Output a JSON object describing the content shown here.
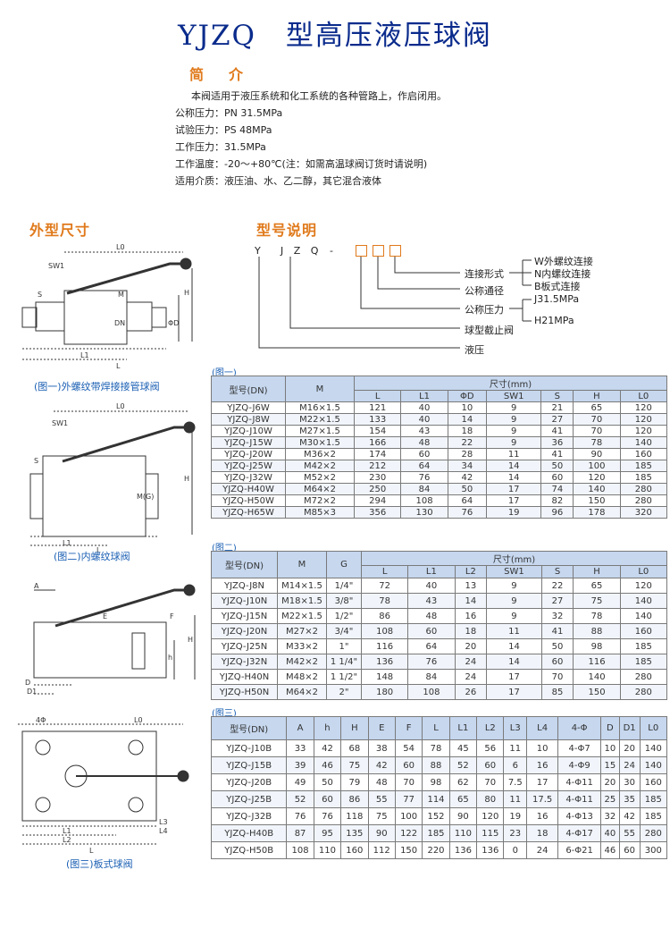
{
  "title": "YJZQ　型高压液压球阀",
  "intro": {
    "heading": "简　介",
    "lines": [
      {
        "k": "",
        "v": "本阀适用于液压系统和化工系统的各种管路上，作启闭用。"
      },
      {
        "k": "公称压力：",
        "v": "PN 31.5MPa"
      },
      {
        "k": "试验压力：",
        "v": "PS 48MPa"
      },
      {
        "k": "工作压力：",
        "v": "31.5MPa"
      },
      {
        "k": "工作温度：",
        "v": "-20～+80℃(注：如需高温球阀订货时请说明)"
      },
      {
        "k": "适用介质：",
        "v": "液压油、水、乙二醇，其它混合液体"
      }
    ]
  },
  "dims_heading": "外型尺寸",
  "model_heading": "型号说明",
  "model_code": {
    "letters": [
      "Y",
      "J Z Q",
      "-"
    ],
    "labels": [
      "连接形式",
      "公称通径",
      "公称压力",
      "球型截止阀",
      "液压"
    ],
    "conn_opts": [
      "W外螺纹连接",
      "N内螺纹连接",
      "B板式连接"
    ],
    "press_opts": [
      "J31.5MPa",
      "H21MPa"
    ]
  },
  "figures": {
    "fig1_caption": "(图一)外螺纹带焊接接管球阀",
    "fig2_caption": "(图二)内螺纹球阀",
    "fig3_caption": "(图三)板式球阀",
    "fig1_labels": [
      "L0",
      "SW1",
      "S",
      "M",
      "L1",
      "L",
      "H",
      "DN",
      "ΦD"
    ],
    "fig2_labels": [
      "L0",
      "SW1",
      "S",
      "H",
      "M(G)",
      "L1",
      "L"
    ],
    "fig3_labels": [
      "A",
      "E",
      "F",
      "h",
      "H",
      "D",
      "D1"
    ],
    "fig4_labels": [
      "4Φ",
      "L0",
      "L1",
      "L2",
      "L3",
      "L4",
      "L"
    ]
  },
  "table1": {
    "label": "(图一)",
    "head_top": [
      "型号(DN)",
      "M",
      "尺寸(mm)"
    ],
    "head_sub": [
      "L",
      "L1",
      "ΦD",
      "SW1",
      "S",
      "H",
      "L0"
    ],
    "rows": [
      [
        "YJZQ-J6W",
        "M16×1.5",
        "121",
        "40",
        "10",
        "9",
        "21",
        "65",
        "120"
      ],
      [
        "YJZQ-J8W",
        "M22×1.5",
        "133",
        "40",
        "14",
        "9",
        "27",
        "70",
        "120"
      ],
      [
        "YJZQ-J10W",
        "M27×1.5",
        "154",
        "43",
        "18",
        "9",
        "41",
        "70",
        "120"
      ],
      [
        "YJZQ-J15W",
        "M30×1.5",
        "166",
        "48",
        "22",
        "9",
        "36",
        "78",
        "140"
      ],
      [
        "YJZQ-J20W",
        "M36×2",
        "174",
        "60",
        "28",
        "11",
        "41",
        "90",
        "160"
      ],
      [
        "YJZQ-J25W",
        "M42×2",
        "212",
        "64",
        "34",
        "14",
        "50",
        "100",
        "185"
      ],
      [
        "YJZQ-J32W",
        "M52×2",
        "230",
        "76",
        "42",
        "14",
        "60",
        "120",
        "185"
      ],
      [
        "YJZQ-H40W",
        "M64×2",
        "250",
        "84",
        "50",
        "17",
        "74",
        "140",
        "280"
      ],
      [
        "YJZQ-H50W",
        "M72×2",
        "294",
        "108",
        "64",
        "17",
        "82",
        "150",
        "280"
      ],
      [
        "YJZQ-H65W",
        "M85×3",
        "356",
        "130",
        "76",
        "19",
        "96",
        "178",
        "320"
      ]
    ]
  },
  "table2": {
    "label": "(图二)",
    "head_top": [
      "型号(DN)",
      "M",
      "G",
      "尺寸(mm)"
    ],
    "head_sub": [
      "L",
      "L1",
      "L2",
      "SW1",
      "S",
      "H",
      "L0"
    ],
    "rows": [
      [
        "YJZQ-J8N",
        "M14×1.5",
        "1/4\"",
        "72",
        "40",
        "13",
        "9",
        "22",
        "65",
        "120"
      ],
      [
        "YJZQ-J10N",
        "M18×1.5",
        "3/8\"",
        "78",
        "43",
        "14",
        "9",
        "27",
        "75",
        "140"
      ],
      [
        "YJZQ-J15N",
        "M22×1.5",
        "1/2\"",
        "86",
        "48",
        "16",
        "9",
        "32",
        "78",
        "140"
      ],
      [
        "YJZQ-J20N",
        "M27×2",
        "3/4\"",
        "108",
        "60",
        "18",
        "11",
        "41",
        "88",
        "160"
      ],
      [
        "YJZQ-J25N",
        "M33×2",
        "1\"",
        "116",
        "64",
        "20",
        "14",
        "50",
        "98",
        "185"
      ],
      [
        "YJZQ-J32N",
        "M42×2",
        "1 1/4\"",
        "136",
        "76",
        "24",
        "14",
        "60",
        "116",
        "185"
      ],
      [
        "YJZQ-H40N",
        "M48×2",
        "1 1/2\"",
        "148",
        "84",
        "24",
        "17",
        "70",
        "140",
        "280"
      ],
      [
        "YJZQ-H50N",
        "M64×2",
        "2\"",
        "180",
        "108",
        "26",
        "17",
        "85",
        "150",
        "280"
      ]
    ]
  },
  "table3": {
    "label": "(图三)",
    "head": [
      "型号(DN)",
      "A",
      "h",
      "H",
      "E",
      "F",
      "L",
      "L1",
      "L2",
      "L3",
      "L4",
      "4-Φ",
      "D",
      "D1",
      "L0"
    ],
    "rows": [
      [
        "YJZQ-J10B",
        "33",
        "42",
        "68",
        "38",
        "54",
        "78",
        "45",
        "56",
        "11",
        "10",
        "4-Φ7",
        "10",
        "20",
        "140"
      ],
      [
        "YJZQ-J15B",
        "39",
        "46",
        "75",
        "42",
        "60",
        "88",
        "52",
        "60",
        "6",
        "16",
        "4-Φ9",
        "15",
        "24",
        "140"
      ],
      [
        "YJZQ-J20B",
        "49",
        "50",
        "79",
        "48",
        "70",
        "98",
        "62",
        "70",
        "7.5",
        "17",
        "4-Φ11",
        "20",
        "30",
        "160"
      ],
      [
        "YJZQ-J25B",
        "52",
        "60",
        "86",
        "55",
        "77",
        "114",
        "65",
        "80",
        "11",
        "17.5",
        "4-Φ11",
        "25",
        "35",
        "185"
      ],
      [
        "YJZQ-J32B",
        "76",
        "76",
        "118",
        "75",
        "100",
        "152",
        "90",
        "120",
        "19",
        "16",
        "4-Φ13",
        "32",
        "42",
        "185"
      ],
      [
        "YJZQ-H40B",
        "87",
        "95",
        "135",
        "90",
        "122",
        "185",
        "110",
        "115",
        "23",
        "18",
        "4-Φ17",
        "40",
        "55",
        "280"
      ],
      [
        "YJZQ-H50B",
        "108",
        "110",
        "160",
        "112",
        "150",
        "220",
        "136",
        "136",
        "0",
        "24",
        "6-Φ21",
        "46",
        "60",
        "300"
      ]
    ]
  }
}
